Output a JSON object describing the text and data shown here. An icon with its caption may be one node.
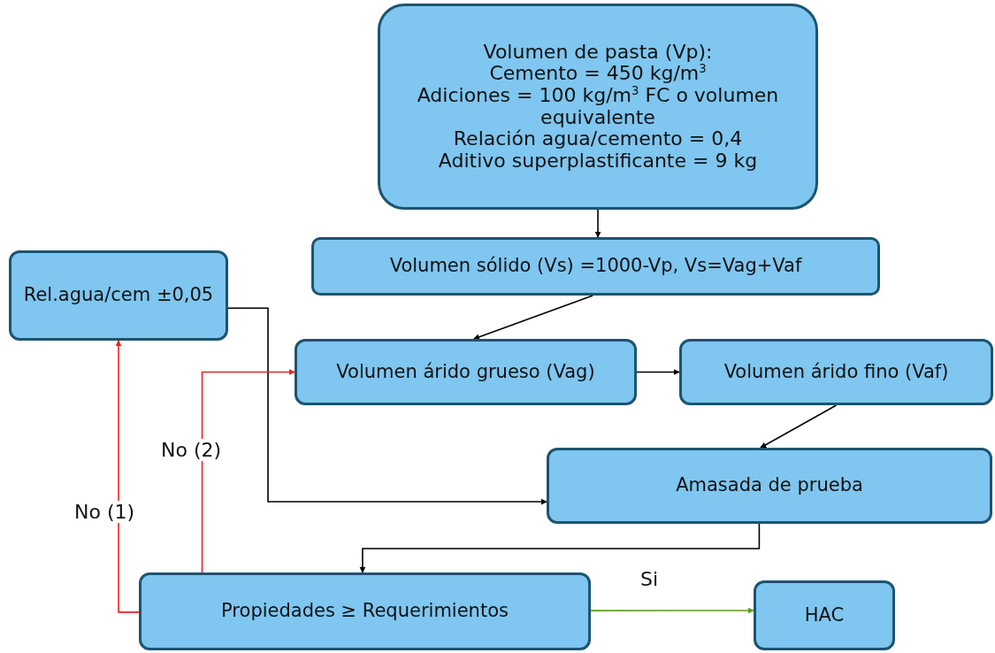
{
  "diagram": {
    "nodes": [
      {
        "text": [
          "Volumen de pasta (Vp):",
          "Cemento = 450 kg/m$^{3}$",
          "Adiciones = 100 kg/m$^{3}$ FC o volumen equivalente",
          "Relación agua/cemento = 0,4",
          "Aditivo superplastificante = 9 kg"
        ]
      },
      {
        "text": [
          "Volumen sólido (Vs) =1000-Vp, Vs=Vag+Vaf"
        ]
      },
      {
        "text": [
          "Rel.agua/cem ±0,05"
        ]
      },
      {
        "text": [
          "Volumen árido grueso (Vag)"
        ]
      },
      {
        "text": [
          "Volumen árido fino (Vaf)"
        ]
      },
      {
        "text": [
          "Amasada de prueba"
        ]
      },
      {
        "text": [
          "Propiedades ≥ Requerimientos"
        ]
      },
      {
        "text": [
          "HAC"
        ]
      }
    ],
    "edges": [
      {
        "from": 0,
        "to": 1,
        "arrow": "to"
      },
      {
        "from": 1,
        "to": 3,
        "arrow": "to"
      },
      {
        "from": 3,
        "to": 4,
        "arrow": "to"
      },
      {
        "from": 4,
        "to": 5,
        "arrow": "to"
      },
      {
        "from": 2,
        "to": 5,
        "arrow": "to"
      },
      {
        "from": 5,
        "to": 6,
        "arrow": "to"
      },
      {
        "from": 6,
        "to": 2,
        "arrow": "to",
        "label": "No (1)",
        "color": "#e8231f"
      },
      {
        "from": 6,
        "to": 3,
        "arrow": "to",
        "label": "No (2)",
        "color": "#e8231f"
      },
      {
        "from": 6,
        "to": 7,
        "arrow": "to",
        "label": "Si",
        "color": "#5a9a1e"
      }
    ]
  }
}
